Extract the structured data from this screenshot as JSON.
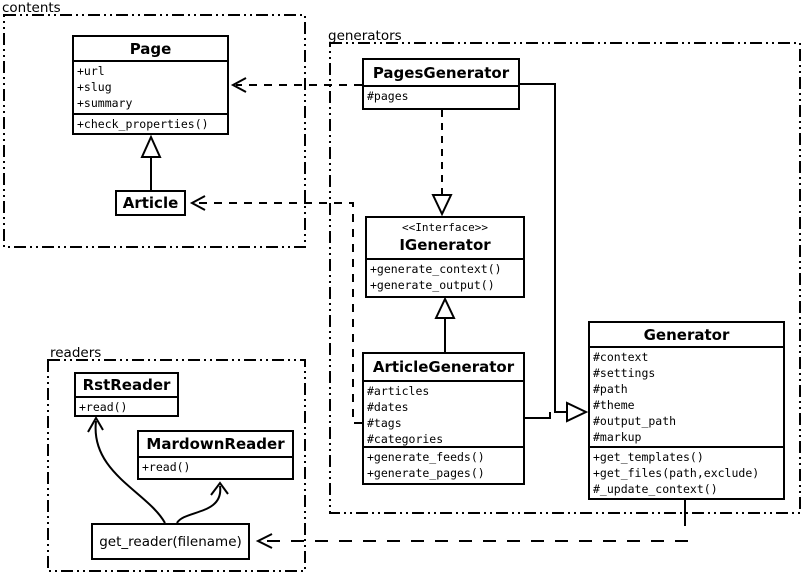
{
  "packages": {
    "contents": {
      "label": "contents"
    },
    "generators": {
      "label": "generators"
    },
    "readers": {
      "label": "readers"
    }
  },
  "classes": {
    "page": {
      "name": "Page",
      "attributes": [
        "+url",
        "+slug",
        "+summary"
      ],
      "methods": [
        "+check_properties()"
      ]
    },
    "article": {
      "name": "Article"
    },
    "pages_generator": {
      "name": "PagesGenerator",
      "attributes": [
        "#pages"
      ]
    },
    "igenerator": {
      "stereotype": "<<Interface>>",
      "name": "IGenerator",
      "methods": [
        "+generate_context()",
        "+generate_output()"
      ]
    },
    "article_generator": {
      "name": "ArticleGenerator",
      "attributes": [
        "#articles",
        "#dates",
        "#tags",
        "#categories"
      ],
      "methods": [
        "+generate_feeds()",
        "+generate_pages()"
      ]
    },
    "generator": {
      "name": "Generator",
      "attributes": [
        "#context",
        "#settings",
        "#path",
        "#theme",
        "#output_path",
        "#markup"
      ],
      "methods": [
        "+get_templates()",
        "+get_files(path,exclude)",
        "#_update_context()"
      ]
    },
    "rst_reader": {
      "name": "RstReader",
      "methods": [
        "+read()"
      ]
    },
    "mardown_reader": {
      "name": "MardownReader",
      "methods": [
        "+read()"
      ]
    },
    "get_reader": {
      "label": "get_reader(filename)"
    }
  },
  "colors": {
    "stroke": "#000000",
    "background": "#ffffff"
  }
}
